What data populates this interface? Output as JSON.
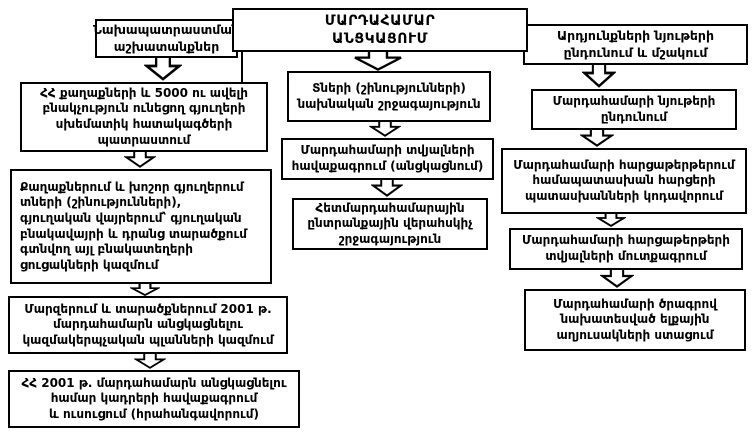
{
  "diagram_type": "flowchart",
  "language": "Armenian",
  "colors": {
    "background": "#ffffff",
    "box_fill": "#ffffff",
    "box_border": "#000000",
    "text": "#000000"
  },
  "flow": {
    "title": "ՄԱՐԴԱՀԱՄԱՐ\nԱՆՑԿԱՑՈՒՄ",
    "left": {
      "header": "Նախապատրաստման\nաշխատանքներ",
      "steps": [
        "ՀՀ քաղաքների և 5000 ու ավելի\nբնակչություն ունեցող գյուղերի\nսխեմատիկ հատակագծերի\nպատրաստում",
        "Քաղաքներում և խոշոր գյուղերում\nտների (շինությունների),\nգյուղական վայրերում՝ գյուղական\nբնակավայրի և դրանց տարածքում\nգտնվող այլ բնակատեղերի\nցուցակների կազմում",
        "Մարզերում և տարածքներում 2001 թ.\nմարդահամարն անցկացնելու\nկազմակերպչական պլանների կազմում",
        "ՀՀ 2001 թ. մարդահամարն անցկացնելու\nհամար կադրերի հավաքագրում\nև ուսուցում (հրահանգավորում)"
      ]
    },
    "middle": {
      "steps": [
        "Տների (շինությունների)\nնախնական շրջագայություն",
        "Մարդահամարի տվյալների\nհավաքագրում (անցկացնում)",
        "Հետմարդահամարային\nընտրանքային վերահսկիչ\nշրջագայություն"
      ]
    },
    "right": {
      "header": "Արդյունքների նյութերի\nընդունում և մշակում",
      "steps": [
        "Մարդահամարի նյութերի\nընդունում",
        "Մարդահամարի հարցաթերթերում\nհամապատասխան հարցերի\nպատասխանների կոդավորում",
        "Մարդահամարի հարցաթերթերի\nտվյալների մուտքագրում",
        "Մարդահամարի ծրագրով\nնախատեսված ելքային\nաղյուսակների ստացում"
      ]
    }
  }
}
